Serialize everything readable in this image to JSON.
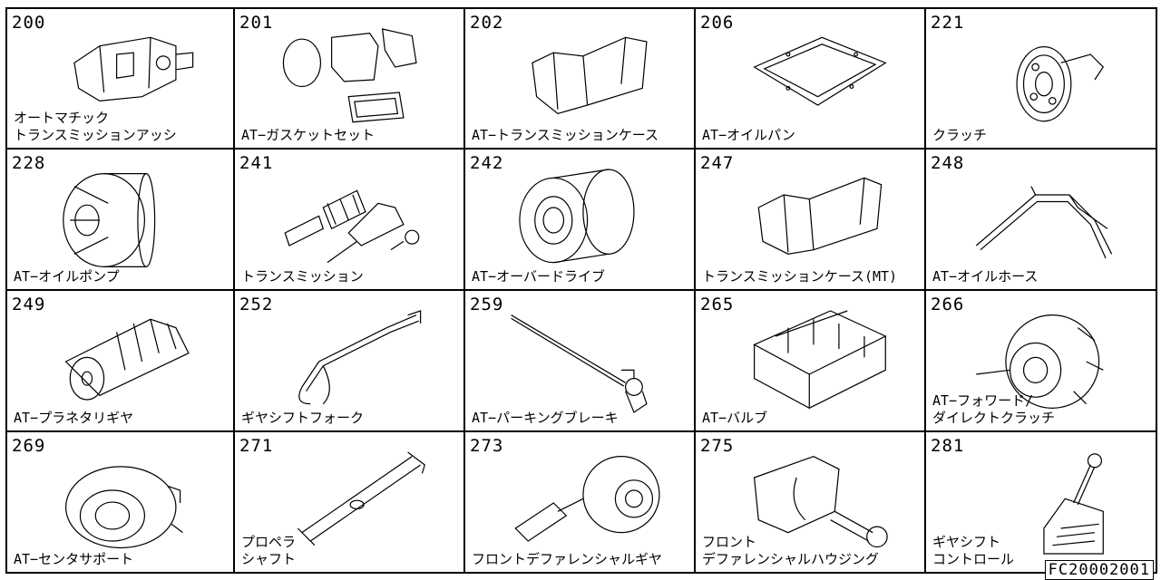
{
  "parts": [
    {
      "code": "200",
      "label": "オートマチック\nトランスミッションアッシ",
      "icon": "transmission-assembly-icon"
    },
    {
      "code": "201",
      "label": "AT−ガスケットセット",
      "icon": "gasket-set-icon"
    },
    {
      "code": "202",
      "label": "AT−トランスミッションケース",
      "icon": "transmission-case-icon"
    },
    {
      "code": "206",
      "label": "AT−オイルパン",
      "icon": "oil-pan-icon"
    },
    {
      "code": "221",
      "label": "クラッチ",
      "icon": "clutch-icon"
    },
    {
      "code": "228",
      "label": "AT−オイルポンプ",
      "icon": "oil-pump-icon"
    },
    {
      "code": "241",
      "label": "トランスミッション",
      "icon": "transmission-gears-icon"
    },
    {
      "code": "242",
      "label": "AT−オーバードライブ",
      "icon": "overdrive-icon"
    },
    {
      "code": "247",
      "label": "トランスミッションケース(MT)",
      "icon": "mt-case-icon"
    },
    {
      "code": "248",
      "label": "AT−オイルホース",
      "icon": "oil-hose-icon"
    },
    {
      "code": "249",
      "label": "AT−プラネタリギヤ",
      "icon": "planetary-gear-icon"
    },
    {
      "code": "252",
      "label": "ギヤシフトフォーク",
      "icon": "shift-fork-icon"
    },
    {
      "code": "259",
      "label": "AT−パーキングブレーキ",
      "icon": "parking-brake-icon"
    },
    {
      "code": "265",
      "label": "AT−バルブ",
      "icon": "valve-body-icon"
    },
    {
      "code": "266",
      "label": "AT−フォワード/\nダイレクトクラッチ",
      "icon": "forward-clutch-icon"
    },
    {
      "code": "269",
      "label": "AT−センタサポート",
      "icon": "center-support-icon"
    },
    {
      "code": "271",
      "label": "プロペラ\nシャフト",
      "icon": "propeller-shaft-icon"
    },
    {
      "code": "273",
      "label": "フロントデファレンシャルギヤ",
      "icon": "front-diff-gear-icon"
    },
    {
      "code": "275",
      "label": "フロント\nデファレンシャルハウジング",
      "icon": "front-diff-housing-icon"
    },
    {
      "code": "281",
      "label": "ギヤシフト\nコントロール",
      "icon": "gear-shift-control-icon"
    }
  ],
  "footer": {
    "code": "FC20002001"
  }
}
